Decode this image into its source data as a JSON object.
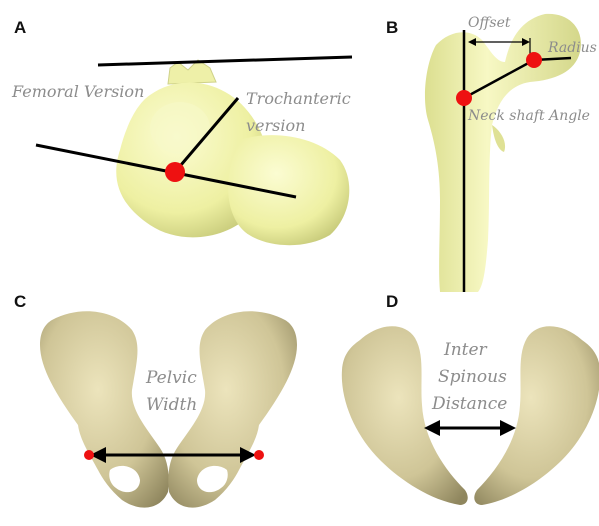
{
  "panels": {
    "a": {
      "letter": "A",
      "labels": {
        "femoral_version": "Femoral Version",
        "trochanteric_line1": "Trochanteric",
        "trochanteric_line2": "version"
      }
    },
    "b": {
      "letter": "B",
      "labels": {
        "offset": "Offset",
        "radius": "Radius",
        "neck_shaft_angle": "Neck shaft Angle"
      }
    },
    "c": {
      "letter": "C",
      "labels": {
        "pelvic_line1": "Pelvic",
        "pelvic_line2": "Width"
      }
    },
    "d": {
      "letter": "D",
      "labels": {
        "inter_line1": "Inter",
        "inter_line2": "Spinous",
        "inter_line3": "Distance"
      }
    }
  },
  "colors": {
    "bone_a": "#f4f5b0",
    "bone_b": "#eef0a6",
    "bone_pelvis": "#c9c094",
    "marker": "#ee1111",
    "line": "#000000",
    "label": "#8c8c8c"
  }
}
